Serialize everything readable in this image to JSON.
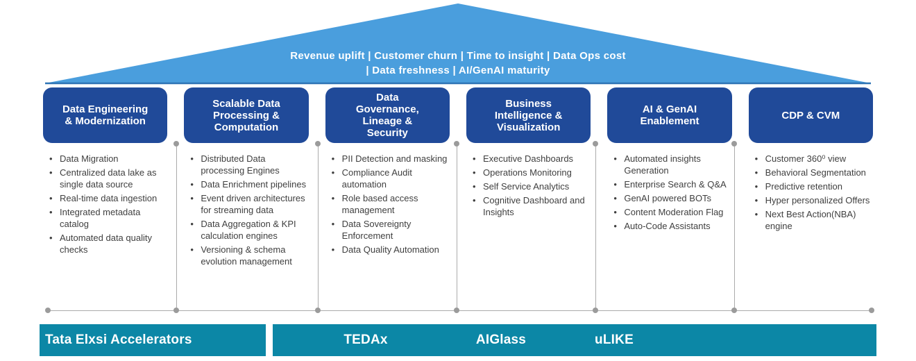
{
  "roof": {
    "kpi_line1": "Revenue uplift |  Customer churn  |  Time to insight  |  Data Ops cost",
    "kpi_line2": "|  Data freshness  |  AI/GenAI maturity",
    "fill_color": "#4a9edd",
    "edge_color": "#2e74b5"
  },
  "pillars": [
    {
      "title": "Data Engineering & Modernization",
      "bullets": [
        "Data Migration",
        "Centralized data lake as single data source",
        "Real-time data ingestion",
        "Integrated metadata catalog",
        "Automated data quality checks"
      ]
    },
    {
      "title": "Scalable Data Processing & Computation",
      "bullets": [
        "Distributed Data processing Engines",
        "Data Enrichment pipelines",
        "Event driven architectures for streaming data",
        "Data Aggregation & KPI calculation engines",
        "Versioning & schema evolution management"
      ]
    },
    {
      "title": "Data Governance, Lineage & Security",
      "bullets": [
        "PII Detection and masking",
        "Compliance Audit automation",
        "Role based access management",
        "Data Sovereignty Enforcement",
        "Data Quality Automation"
      ]
    },
    {
      "title": "Business Intelligence & Visualization",
      "bullets": [
        "Executive Dashboards",
        "Operations Monitoring",
        "Self Service Analytics",
        "Cognitive Dashboard and Insights"
      ]
    },
    {
      "title": "AI & GenAI Enablement",
      "bullets": [
        "Automated insights Generation",
        "Enterprise Search & Q&A",
        "GenAI powered BOTs",
        "Content Moderation Flag",
        "Auto-Code Assistants"
      ]
    },
    {
      "title": "CDP & CVM",
      "bullets": [
        "Customer 360⁰ view",
        "Behavioral Segmentation",
        "Predictive retention",
        "Hyper personalized Offers",
        "Next Best Action(NBA) engine"
      ]
    }
  ],
  "accelerators": {
    "label": "Tata Elxsi Accelerators",
    "items": [
      "TEDAx",
      "AIGlass",
      "uLIKE"
    ],
    "bar_color": "#0c87a6"
  },
  "colors": {
    "pillar_header_blue": "#204a99",
    "roof_blue": "#4a9edd",
    "roof_edge_blue": "#2e74b5",
    "accent_teal": "#0c87a6",
    "connector_gray": "#ababab",
    "bullet_text": "#3f3f3f"
  }
}
